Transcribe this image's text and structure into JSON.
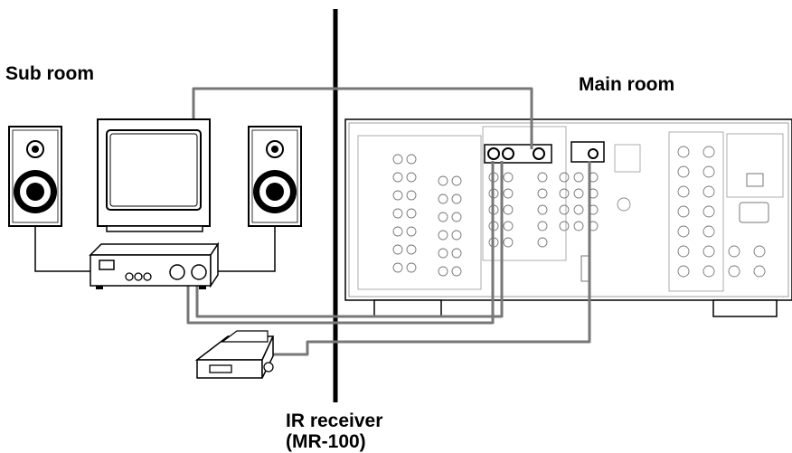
{
  "labels": {
    "sub_room": "Sub room",
    "main_room": "Main room",
    "ir_receiver": "IR receiver",
    "ir_model": "(MR-100)"
  },
  "colors": {
    "line": "#000000",
    "cable": "#777777",
    "panel_fill": "#ffffff"
  }
}
